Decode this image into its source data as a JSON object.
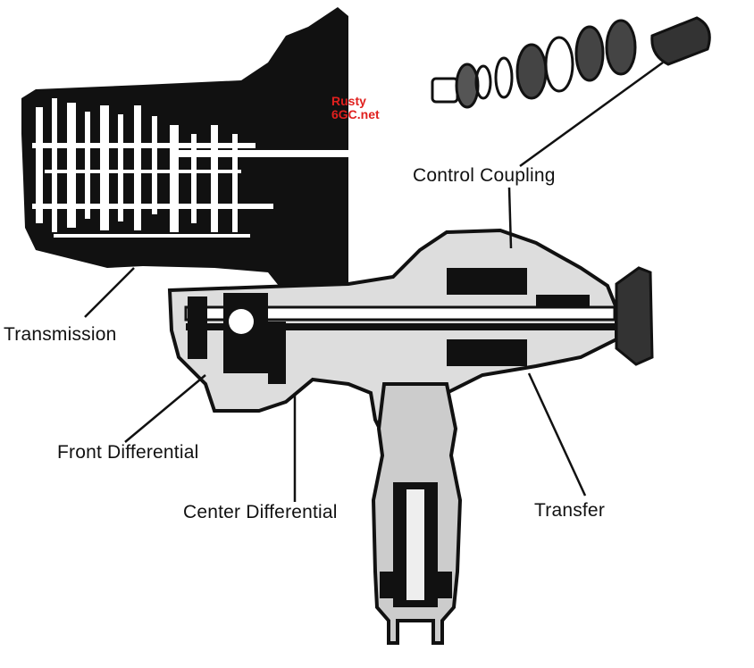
{
  "labels": {
    "control_coupling": "Control Coupling",
    "transmission": "Transmission",
    "front_differential": "Front Differential",
    "center_differential": "Center Differential",
    "transfer": "Transfer"
  },
  "watermark": {
    "line1": "Rusty",
    "line2": "6GC.net",
    "color": "#e0201e"
  },
  "colors": {
    "ink": "#111111",
    "background": "#ffffff"
  }
}
